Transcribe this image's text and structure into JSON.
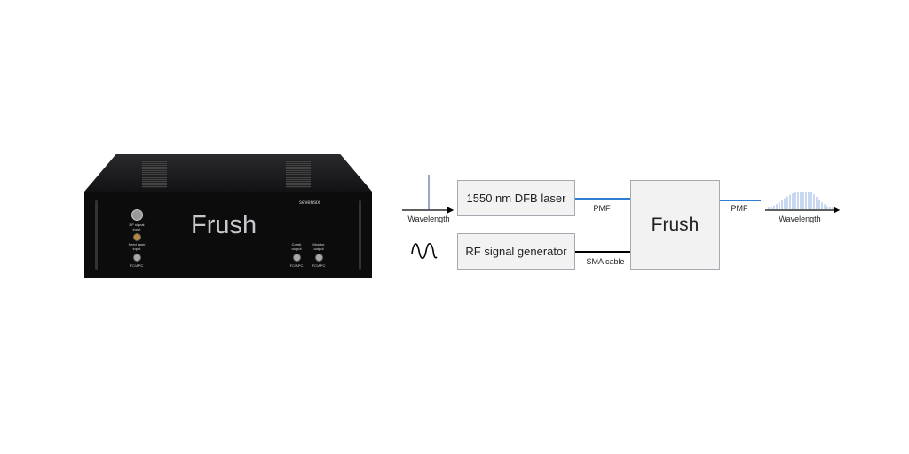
{
  "device": {
    "brand": "sevensix",
    "name": "Frush",
    "rf_input_label": "RF signal input",
    "seed_input_label": "Seed laser input",
    "comb_output_label": "Comb output",
    "monitor_output_label": "Monitor output",
    "connector_label": "FC/APC"
  },
  "diagram": {
    "laser_box": "1550 nm DFB laser",
    "rf_box": "RF signal generator",
    "frush_box": "Frush",
    "input_axis_label": "Wavelength",
    "output_axis_label": "Wavelength",
    "link_laser_label": "PMF",
    "link_rf_label": "SMA cable",
    "link_output_label": "PMF",
    "colors": {
      "fiber": "#2e7fd1",
      "cable": "#000000",
      "comb": "#8fb0e0"
    },
    "comb_relative_heights": [
      0.1,
      0.15,
      0.2,
      0.3,
      0.4,
      0.5,
      0.62,
      0.72,
      0.82,
      0.9,
      0.95,
      1,
      1,
      1,
      1,
      1,
      0.95,
      0.85,
      0.7,
      0.55,
      0.4,
      0.28,
      0.18,
      0.12,
      0.08
    ]
  }
}
